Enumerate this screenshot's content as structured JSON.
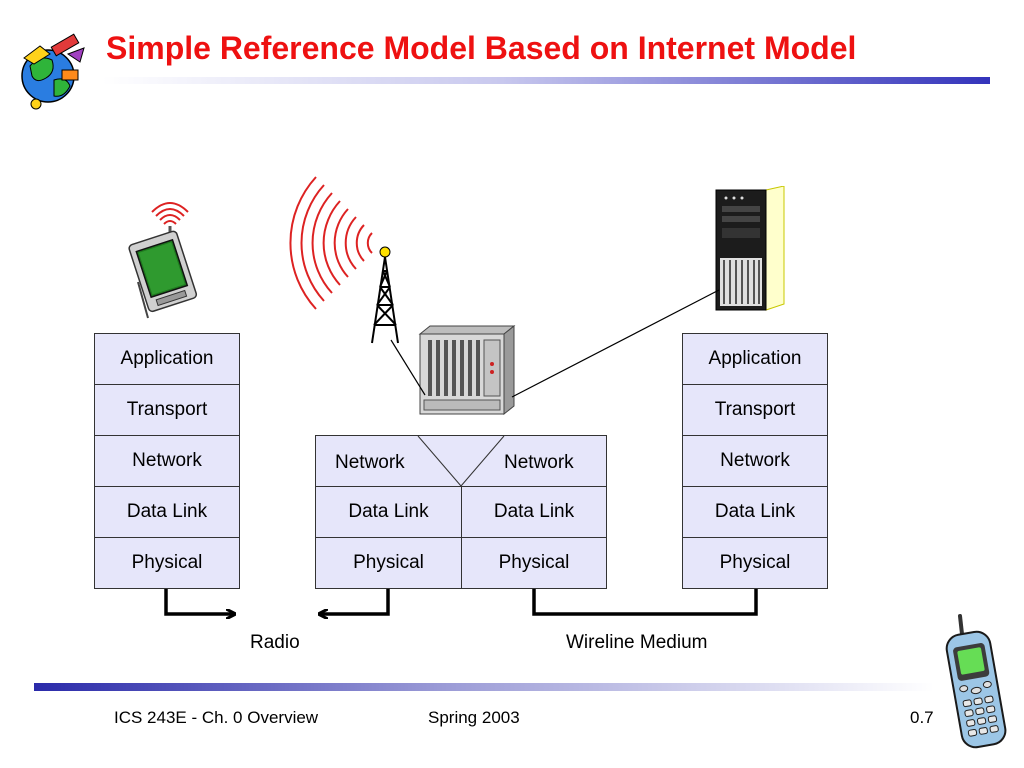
{
  "title": "Simple Reference Model Based on Internet Model",
  "left_stack": [
    "Application",
    "Transport",
    "Network",
    "Data Link",
    "Physical"
  ],
  "middle_stack": {
    "left": [
      "Network",
      "Data Link",
      "Physical"
    ],
    "right": [
      "Network",
      "Data Link",
      "Physical"
    ]
  },
  "right_stack": [
    "Application",
    "Transport",
    "Network",
    "Data Link",
    "Physical"
  ],
  "links": {
    "radio": "Radio",
    "wireline": "Wireline Medium"
  },
  "footer": {
    "course": "ICS 243E -  Ch. 0  Overview",
    "term": "Spring 2003",
    "page": "0.7"
  },
  "icons": [
    "globe-logo-icon",
    "pda-icon",
    "radio-tower-icon",
    "router-chassis-icon",
    "server-tower-icon",
    "cell-phone-icon"
  ],
  "colors": {
    "title": "#ee1111",
    "layer_fill": "#e6e6fa",
    "rule": "#3333bb",
    "radio_waves": "#dd2222"
  }
}
